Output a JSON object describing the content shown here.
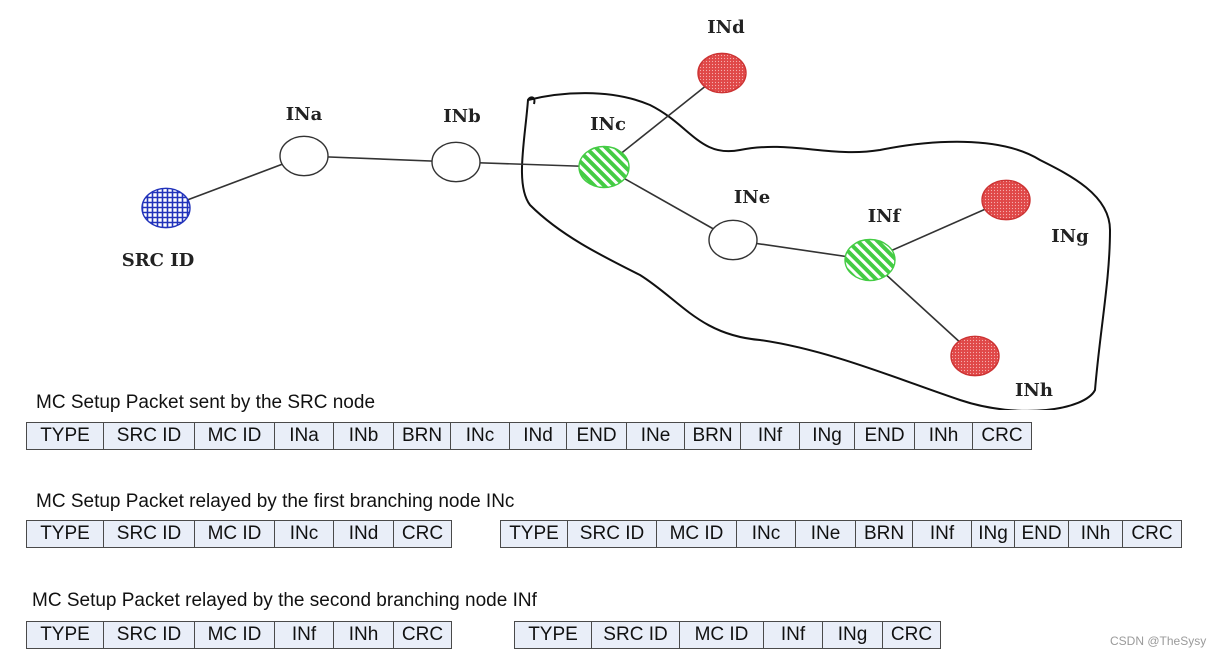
{
  "nodes": [
    {
      "id": "src",
      "label": "SRC ID",
      "kind": "source"
    },
    {
      "id": "ina",
      "label": "INa",
      "kind": "plain"
    },
    {
      "id": "inb",
      "label": "INb",
      "kind": "plain"
    },
    {
      "id": "inc",
      "label": "INc",
      "kind": "branch"
    },
    {
      "id": "ind",
      "label": "INd",
      "kind": "dest"
    },
    {
      "id": "ine",
      "label": "INe",
      "kind": "plain"
    },
    {
      "id": "inf",
      "label": "INf",
      "kind": "branch"
    },
    {
      "id": "ing",
      "label": "INg",
      "kind": "dest"
    },
    {
      "id": "inh",
      "label": "INh",
      "kind": "dest"
    }
  ],
  "edges": [
    [
      "src",
      "ina"
    ],
    [
      "ina",
      "inb"
    ],
    [
      "inb",
      "inc"
    ],
    [
      "inc",
      "ind"
    ],
    [
      "inc",
      "ine"
    ],
    [
      "ine",
      "inf"
    ],
    [
      "inf",
      "ing"
    ],
    [
      "inf",
      "inh"
    ]
  ],
  "colors": {
    "source": "#2233bb",
    "branch": "#44cc44",
    "dest": "#dd3333",
    "field_bg": "#e9eef8"
  },
  "packets": {
    "src": {
      "caption": "MC Setup Packet sent by the SRC node",
      "fields": [
        "TYPE",
        "SRC ID",
        "MC ID",
        "INa",
        "INb",
        "BRN",
        "INc",
        "INd",
        "END",
        "INe",
        "BRN",
        "INf",
        "INg",
        "END",
        "INh",
        "CRC"
      ]
    },
    "first": {
      "caption": "MC Setup Packet relayed by the first branching node INc",
      "left": [
        "TYPE",
        "SRC ID",
        "MC ID",
        "INc",
        "INd",
        "CRC"
      ],
      "right": [
        "TYPE",
        "SRC ID",
        "MC ID",
        "INc",
        "INe",
        "BRN",
        "INf",
        "INg",
        "END",
        "INh",
        "CRC"
      ]
    },
    "second": {
      "caption": "MC Setup Packet relayed by the second branching node INf",
      "left": [
        "TYPE",
        "SRC ID",
        "MC ID",
        "INf",
        "INh",
        "CRC"
      ],
      "right": [
        "TYPE",
        "SRC ID",
        "MC ID",
        "INf",
        "INg",
        "CRC"
      ]
    }
  },
  "watermark": "CSDN @TheSysy"
}
